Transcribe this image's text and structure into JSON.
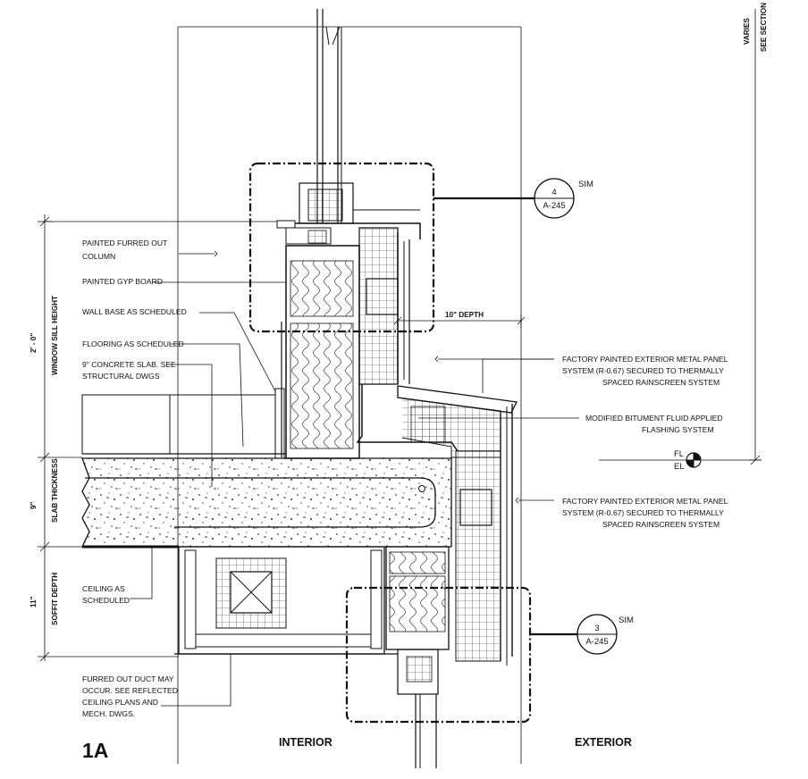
{
  "detail": {
    "id": "1A",
    "interior_label": "INTERIOR",
    "exterior_label": "EXTERIOR"
  },
  "notes": {
    "furred_column": [
      "PAINTED FURRED OUT",
      "COLUMN"
    ],
    "gyp_board": "PAINTED GYP BOARD",
    "wall_base": "WALL BASE AS SCHEDULED",
    "flooring": "FLOORING AS SCHEDULED",
    "slab": [
      "9\" CONCRETE SLAB. SEE",
      "STRUCTURAL DWGS"
    ],
    "ceiling": [
      "CEILING AS",
      "SCHEDULED"
    ],
    "duct": [
      "FURRED OUT DUCT MAY",
      "OCCUR. SEE REFLECTED",
      "CEILING PLANS AND",
      "MECH. DWGS."
    ],
    "metal_panel_upper": [
      "FACTORY PAINTED EXTERIOR METAL PANEL",
      "SYSTEM (R-0.67) SECURED TO THERMALLY",
      "SPACED RAINSCREEN SYSTEM"
    ],
    "flashing": [
      "MODIFIED  BITUMENT FLUID APPLIED",
      "FLASHING SYSTEM"
    ],
    "metal_panel_lower": [
      "FACTORY PAINTED EXTERIOR METAL PANEL",
      "SYSTEM (R-0.67) SECURED TO THERMALLY",
      "SPACED RAINSCREEN SYSTEM"
    ]
  },
  "dimensions": {
    "sill_value": "2' - 0\"",
    "sill_label": "WINDOW SILL HEIGHT",
    "slab_value": "9\"",
    "slab_label": "SLAB THICKNESS",
    "soffit_value": "11\"",
    "soffit_label": "SOFFIT DEPTH",
    "depth_label": "10\" DEPTH",
    "varies_line1": "VARIES",
    "varies_line2": "SEE SECTION"
  },
  "callouts": [
    {
      "number": "4",
      "sheet": "A-245",
      "suffix": "SIM"
    },
    {
      "number": "3",
      "sheet": "A-245",
      "suffix": "SIM"
    }
  ],
  "elevation_marker": {
    "top": "FL",
    "bottom": "EL"
  },
  "colors": {
    "ink": "#111111",
    "paper": "#ffffff"
  }
}
